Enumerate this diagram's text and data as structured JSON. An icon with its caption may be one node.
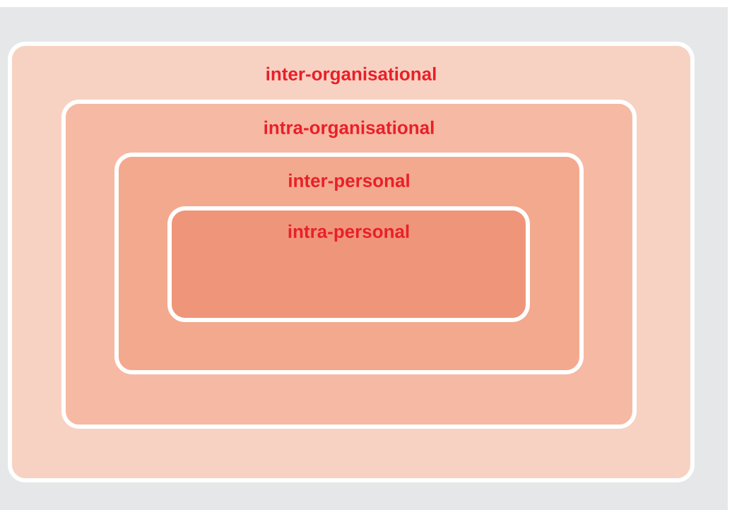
{
  "diagram": {
    "nodes": [
      {
        "text": [
          "inter-organisational"
        ]
      },
      {
        "text": [
          "intra-organisational"
        ],
        "in": 0
      },
      {
        "text": [
          "inter-personal"
        ],
        "in": 1
      },
      {
        "text": [
          "intra-personal"
        ],
        "in": 2
      }
    ]
  }
}
